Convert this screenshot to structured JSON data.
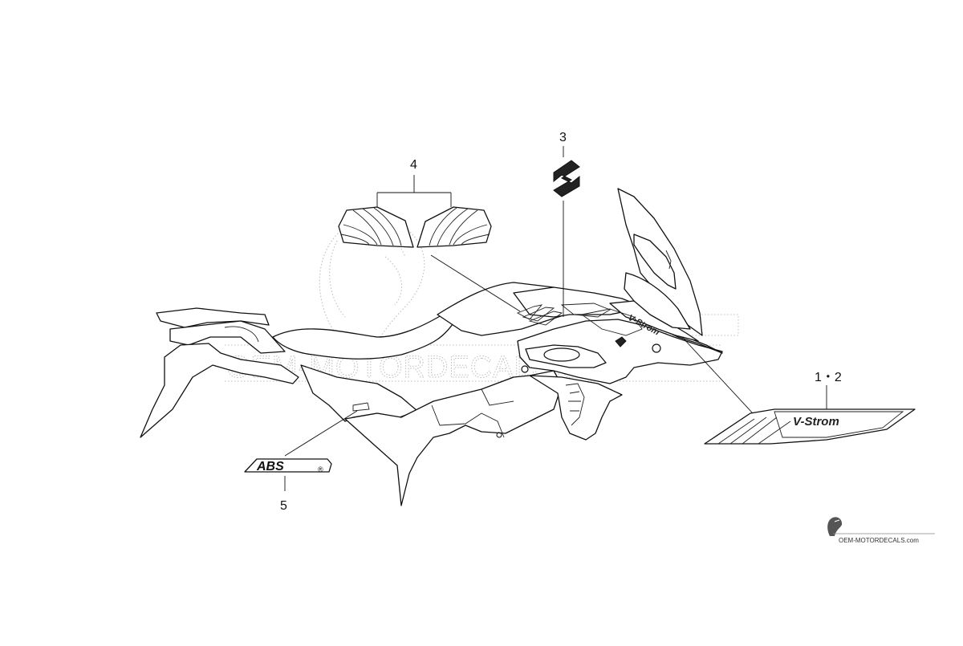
{
  "callouts": {
    "one_two": "1・2",
    "three": "3",
    "four": "4",
    "five": "5"
  },
  "decal_text": {
    "vstrom": "V-Strom",
    "abs": "ABS",
    "abs_mark": "®"
  },
  "watermark": {
    "main": "OEM-MOTORDECALS.com",
    "footer": "OEM-MOTORDECALS.com"
  },
  "colors": {
    "line": "#111111",
    "watermark": "#bdbdbd",
    "background": "#ffffff"
  },
  "icons": [
    "suzuki-s-logo-icon",
    "bird-head-logo-icon"
  ]
}
